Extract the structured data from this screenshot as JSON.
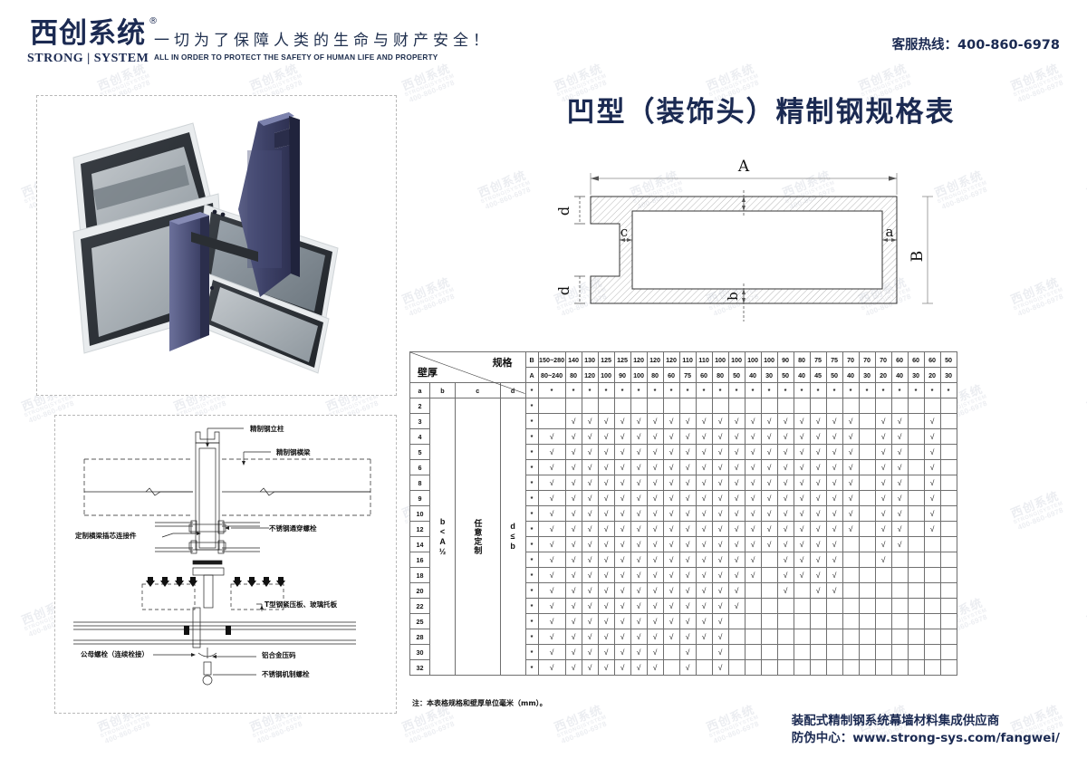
{
  "header": {
    "logo_cn": "西创系统",
    "logo_reg": "®",
    "logo_en": "STRONG | SYSTEM",
    "slogan_cn": "一切为了保障人类的生命与财产安全！",
    "slogan_en": "ALL IN ORDER TO PROTECT THE SAFETY OF HUMAN LIFE AND PROPERTY",
    "hotline": "客服热线：400-860-6978"
  },
  "page_title": "凹型（装饰头）精制钢规格表",
  "watermark": {
    "line1": "西创系统",
    "line2": "STRONG|SYSTEM",
    "line3": "400-860-6978"
  },
  "cross_section": {
    "label_A": "A",
    "label_B": "B",
    "label_a": "a",
    "label_b": "b",
    "label_c": "c",
    "label_d_top": "d",
    "label_d_bottom": "d"
  },
  "detail_drawing": {
    "labels": [
      "精制钢立柱",
      "精制钢横梁",
      "不锈钢通穿螺栓",
      "定制横梁插芯连接件",
      "T型钢紧压板、玻璃托板",
      "公母螺栓（连续栓接）",
      "铝合金压码",
      "不锈钢机制螺栓"
    ]
  },
  "table": {
    "corner_spec": "规格",
    "corner_wall": "壁厚",
    "key_B": "B",
    "key_A": "A",
    "abcd": [
      "a",
      "b",
      "c",
      "d"
    ],
    "merged_b": "b<A½",
    "merged_c": "任意定制",
    "merged_d": "d≤b",
    "star": "*",
    "check": "√",
    "note": "注：本表格规格和壁厚单位毫米（mm）。",
    "B_values": [
      "150~280",
      "140",
      "130",
      "125",
      "125",
      "120",
      "120",
      "120",
      "110",
      "110",
      "100",
      "100",
      "100",
      "100",
      "90",
      "80",
      "75",
      "75",
      "70",
      "70",
      "70",
      "60",
      "60",
      "60",
      "50"
    ],
    "A_values": [
      "80~240",
      "80",
      "120",
      "100",
      "90",
      "100",
      "80",
      "60",
      "75",
      "60",
      "80",
      "50",
      "40",
      "30",
      "50",
      "40",
      "45",
      "50",
      "40",
      "30",
      "20",
      "40",
      "30",
      "20",
      "30"
    ],
    "row_labels": [
      "2",
      "3",
      "4",
      "5",
      "6",
      "8",
      "9",
      "10",
      "12",
      "14",
      "16",
      "18",
      "20",
      "22",
      "25",
      "28",
      "30",
      "32"
    ],
    "matrix": [
      [
        0,
        0,
        0,
        0,
        0,
        0,
        0,
        0,
        0,
        0,
        0,
        0,
        0,
        0,
        0,
        0,
        0,
        0,
        0,
        0,
        0,
        0,
        0,
        0,
        0
      ],
      [
        0,
        1,
        1,
        1,
        1,
        1,
        1,
        1,
        1,
        1,
        1,
        1,
        1,
        1,
        1,
        1,
        1,
        1,
        1,
        0,
        1,
        1,
        0,
        1,
        0
      ],
      [
        1,
        1,
        1,
        1,
        1,
        1,
        1,
        1,
        1,
        1,
        1,
        1,
        1,
        1,
        1,
        1,
        1,
        1,
        1,
        0,
        1,
        1,
        0,
        1,
        0
      ],
      [
        1,
        1,
        1,
        1,
        1,
        1,
        1,
        1,
        1,
        1,
        1,
        1,
        1,
        1,
        1,
        1,
        1,
        1,
        1,
        0,
        1,
        1,
        0,
        1,
        0
      ],
      [
        1,
        1,
        1,
        1,
        1,
        1,
        1,
        1,
        1,
        1,
        1,
        1,
        1,
        1,
        1,
        1,
        1,
        1,
        1,
        0,
        1,
        1,
        0,
        1,
        0
      ],
      [
        1,
        1,
        1,
        1,
        1,
        1,
        1,
        1,
        1,
        1,
        1,
        1,
        1,
        1,
        1,
        1,
        1,
        1,
        1,
        0,
        1,
        1,
        0,
        1,
        0
      ],
      [
        1,
        1,
        1,
        1,
        1,
        1,
        1,
        1,
        1,
        1,
        1,
        1,
        1,
        1,
        1,
        1,
        1,
        1,
        1,
        0,
        1,
        1,
        0,
        1,
        0
      ],
      [
        1,
        1,
        1,
        1,
        1,
        1,
        1,
        1,
        1,
        1,
        1,
        1,
        1,
        1,
        1,
        1,
        1,
        1,
        1,
        0,
        1,
        1,
        0,
        1,
        0
      ],
      [
        1,
        1,
        1,
        1,
        1,
        1,
        1,
        1,
        1,
        1,
        1,
        1,
        1,
        1,
        1,
        1,
        1,
        1,
        1,
        0,
        1,
        1,
        0,
        1,
        0
      ],
      [
        1,
        1,
        1,
        1,
        1,
        1,
        1,
        1,
        1,
        1,
        1,
        1,
        1,
        1,
        1,
        1,
        1,
        1,
        0,
        0,
        1,
        1,
        0,
        0,
        0
      ],
      [
        1,
        1,
        1,
        1,
        1,
        1,
        1,
        1,
        1,
        1,
        1,
        1,
        1,
        0,
        1,
        1,
        1,
        1,
        0,
        0,
        1,
        0,
        0,
        0,
        0
      ],
      [
        1,
        1,
        1,
        1,
        1,
        1,
        1,
        1,
        1,
        1,
        1,
        1,
        1,
        0,
        1,
        1,
        1,
        1,
        0,
        0,
        0,
        0,
        0,
        0,
        0
      ],
      [
        1,
        1,
        1,
        1,
        1,
        1,
        1,
        1,
        1,
        1,
        1,
        1,
        0,
        0,
        1,
        0,
        1,
        1,
        0,
        0,
        0,
        0,
        0,
        0,
        0
      ],
      [
        1,
        1,
        1,
        1,
        1,
        1,
        1,
        1,
        1,
        1,
        1,
        1,
        0,
        0,
        0,
        0,
        0,
        0,
        0,
        0,
        0,
        0,
        0,
        0,
        0
      ],
      [
        1,
        1,
        1,
        1,
        1,
        1,
        1,
        1,
        1,
        1,
        1,
        0,
        0,
        0,
        0,
        0,
        0,
        0,
        0,
        0,
        0,
        0,
        0,
        0,
        0
      ],
      [
        1,
        1,
        1,
        1,
        1,
        1,
        1,
        1,
        1,
        1,
        1,
        0,
        0,
        0,
        0,
        0,
        0,
        0,
        0,
        0,
        0,
        0,
        0,
        0,
        0
      ],
      [
        1,
        1,
        1,
        1,
        1,
        1,
        1,
        0,
        1,
        0,
        1,
        0,
        0,
        0,
        0,
        0,
        0,
        0,
        0,
        0,
        0,
        0,
        0,
        0,
        0
      ],
      [
        1,
        1,
        1,
        1,
        1,
        1,
        1,
        0,
        1,
        0,
        1,
        0,
        0,
        0,
        0,
        0,
        0,
        0,
        0,
        0,
        0,
        0,
        0,
        0,
        0
      ]
    ]
  },
  "footer": {
    "line1": "装配式精制钢系统幕墙材料集成供应商",
    "line2": "防伪中心：www.strong-sys.com/fangwei/"
  }
}
